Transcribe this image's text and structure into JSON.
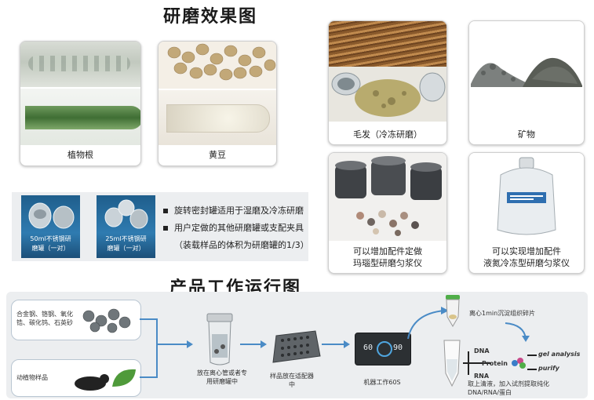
{
  "headings": {
    "grinding_effect": "研磨效果图",
    "workflow": "产品工作运行图"
  },
  "samples": [
    {
      "caption": "植物根"
    },
    {
      "caption": "黄豆"
    },
    {
      "caption": "毛发（冷冻研磨）"
    },
    {
      "caption": "矿物"
    }
  ],
  "accessories": [
    {
      "caption_line1": "可以增加配件定做",
      "caption_line2": "玛瑙型研磨匀浆仪"
    },
    {
      "caption_line1": "可以实现增加配件",
      "caption_line2": "液氮冷冻型研磨匀浆仪"
    }
  ],
  "jars": [
    {
      "label_line1": "50ml不锈钢研",
      "label_line2": "磨罐（一对）"
    },
    {
      "label_line1": "25ml不锈钢研",
      "label_line2": "磨罐（一对）"
    }
  ],
  "notes": [
    "旋转密封罐适用于湿磨及冷冻研磨",
    "用户定做的其他研磨罐或支配夹具",
    "（装载样品的体积为研磨罐的1/3）"
  ],
  "flow": {
    "materials_top": "合金钢、铬钢、氧化锆、碳化钨、石英砂",
    "materials_bottom": "动植物样品",
    "step_tube": "放在离心管或者专用研磨罐中",
    "step_adapter": "样品放在适配器中",
    "step_machine": "机器工作60S",
    "machine_display_left": "60",
    "machine_display_right": "90",
    "step_centrifuge": "离心1min沉淀组织碎片",
    "step_extract": "取上清液，加入试剂提取纯化DNA/RNA/蛋白",
    "dna_label": "DNA",
    "protein_label": "Protein",
    "rna_label": "RNA",
    "gel_label": "gel analysis",
    "purify_label": "purify"
  },
  "colors": {
    "arrow": "#4a8bc6",
    "panel": "#eceef0"
  }
}
